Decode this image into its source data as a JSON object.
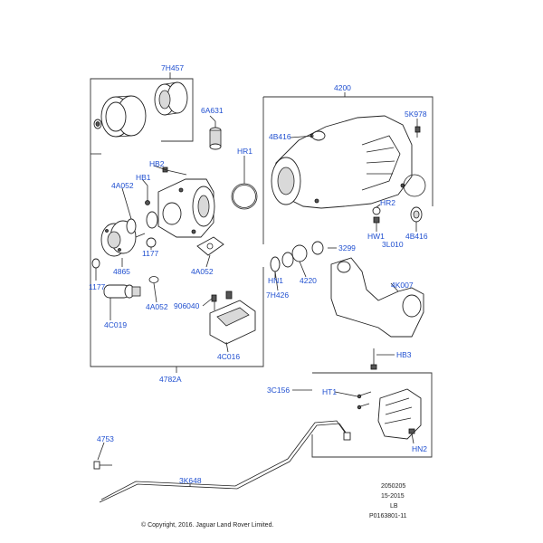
{
  "callouts": {
    "c7H457": "7H457",
    "c4200": "4200",
    "c6A631": "6A631",
    "c5K978": "5K978",
    "c4B416a": "4B416",
    "cHR1": "HR1",
    "cHB2": "HB2",
    "cHB1": "HB1",
    "c4A052a": "4A052",
    "cHR2": "HR2",
    "cHW1": "HW1",
    "c4B416b": "4B416",
    "c3L010": "3L010",
    "c1177a": "1177",
    "c3299": "3299",
    "cHN1": "HN1",
    "c4220": "4220",
    "c4865": "4865",
    "c4A052b": "4A052",
    "c4K007": "4K007",
    "c1177b": "1177",
    "cH7H426": "7H426",
    "c906040": "906040",
    "c4A052c": "4A052",
    "c4C019": "4C019",
    "c4C016": "4C016",
    "cHB3": "HB3",
    "c4782A": "4782A",
    "c3C156": "3C156",
    "cHT1": "HT1",
    "c4753": "4753",
    "cHN2": "HN2",
    "c3K648": "3K648"
  },
  "footer": {
    "code_line1": "2050205",
    "code_line2": "15-2015",
    "code_line3": "LB",
    "code_line4": "P0163801-11",
    "copyright": "© Copyright, 2016. Jaguar Land Rover Limited."
  }
}
